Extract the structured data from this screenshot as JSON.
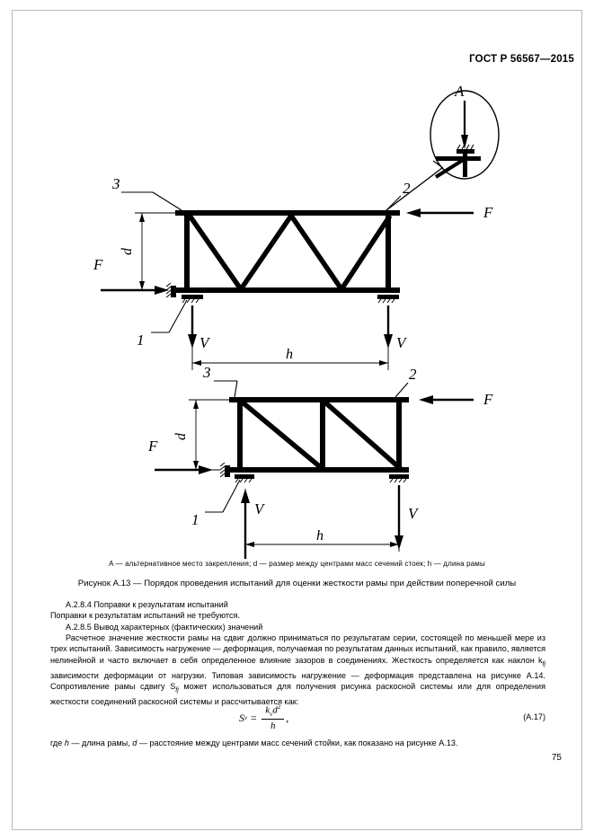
{
  "document": {
    "header": "ГОСТ Р 56567—2015",
    "page_number": "75"
  },
  "figure": {
    "detail_label": "A",
    "upper": {
      "label_1": "1",
      "label_2": "2",
      "label_3": "3",
      "force_left": "F",
      "force_right": "F",
      "reaction_left": "V",
      "reaction_right": "V",
      "dim_height": "d",
      "dim_length": "h"
    },
    "lower": {
      "label_1": "1",
      "label_2": "2",
      "label_3": "3",
      "force_left": "F",
      "force_right": "F",
      "reaction_left": "V",
      "reaction_right": "V",
      "dim_height": "d",
      "dim_length": "h"
    },
    "legend": "A — альтернативное место закрепления; d — размер между центрами масс сечений стоек; h — длина рамы",
    "caption": "Рисунок А.13 — Порядок проведения испытаний для оценки жесткости рамы при действии поперечной силы"
  },
  "body": {
    "clause_284_title": "А.2.8.4 Поправки к результатам испытаний",
    "clause_284_text": "Поправки к результатам испытаний не требуются.",
    "clause_285_title": "А.2.8.5 Вывод характерных (фактических) значений",
    "paragraph": "Расчетное значение жесткости рамы на сдвиг должно приниматься по результатам серии, состоящей по меньшей мере из трех испытаний. Зависимость нагружение — деформация, получаемая по результатам данных испытаний, как правило, является нелинейной и часто включает в себя определенное влияние зазоров в соединениях. Жесткость определяется как наклон k",
    "paragraph_sub1": "fj",
    "paragraph_cont": " зависимости деформации от нагрузки. Типовая зависимость нагружение — деформация представлена на рисунке А.14. Сопротивление рамы сдвигу S",
    "paragraph_sub2": "fj",
    "paragraph_end": " может использоваться для получения рисунка раскосной системы или для определения жесткости соединений раскосной системы и рассчитывается как:"
  },
  "formula": {
    "lhs": "S",
    "lhs_sub": "v",
    "numerator_k": "k",
    "numerator_k_sub": "v",
    "numerator_d": "d",
    "numerator_d_sup": "2",
    "denominator": "h",
    "comma": ",",
    "number": "(А.17)"
  },
  "where": {
    "lead": "где ",
    "h_sym": "h",
    "h_text": " — длина рамы, ",
    "d_sym": "d",
    "d_text": " — расстояние между центрами масс сечений стойки, как показано на рисунке А.13."
  }
}
